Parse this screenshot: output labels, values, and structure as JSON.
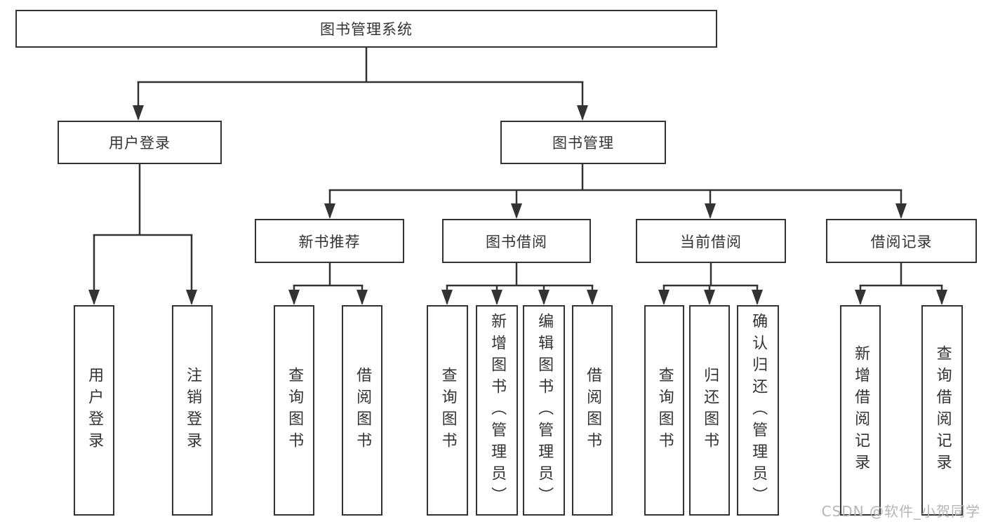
{
  "diagram": {
    "root": {
      "label": "图书管理系统"
    },
    "branches": {
      "user": {
        "label": "用户登录",
        "children": [
          {
            "label": "用户登录"
          },
          {
            "label": "注销登录"
          }
        ]
      },
      "book": {
        "label": "图书管理",
        "groups": [
          {
            "label": "新书推荐",
            "children": [
              {
                "label": "查询图书"
              },
              {
                "label": "借阅图书"
              }
            ]
          },
          {
            "label": "图书借阅",
            "children": [
              {
                "label": "查询图书"
              },
              {
                "label": "新增图书（管理员）"
              },
              {
                "label": "编辑图书（管理员）"
              },
              {
                "label": "借阅图书"
              }
            ]
          },
          {
            "label": "当前借阅",
            "children": [
              {
                "label": "查询图书"
              },
              {
                "label": "归还图书"
              },
              {
                "label": "确认归还（管理员）"
              }
            ]
          },
          {
            "label": "借阅记录",
            "children": [
              {
                "label": "新增借阅记录"
              },
              {
                "label": "查询借阅记录"
              }
            ]
          }
        ]
      }
    },
    "colors": {
      "line": "#333333",
      "border": "#333333",
      "text": "#333333",
      "background": "#ffffff",
      "watermark": "#b5b5b5"
    }
  },
  "watermark": {
    "text": "CSDN @软件_小贺同学"
  }
}
